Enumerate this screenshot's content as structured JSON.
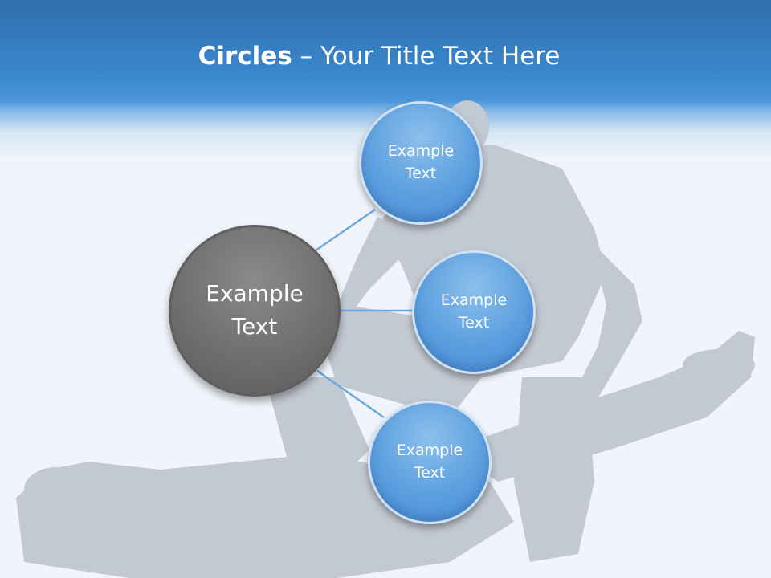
{
  "slide": {
    "title_bold": "Circles",
    "title_rest": " – Your Title Text Here"
  },
  "diagram": {
    "center": {
      "label": "Example\nText"
    },
    "satellites": [
      {
        "label": "Example\nText"
      },
      {
        "label": "Example\nText"
      },
      {
        "label": "Example\nText"
      }
    ]
  },
  "colors": {
    "header": "#3a86cc",
    "center_circle": "#6f6f6f",
    "satellite_circle": "#5c9fdf",
    "connector": "#6aa8e0",
    "silhouette": "#c3c9d2"
  }
}
